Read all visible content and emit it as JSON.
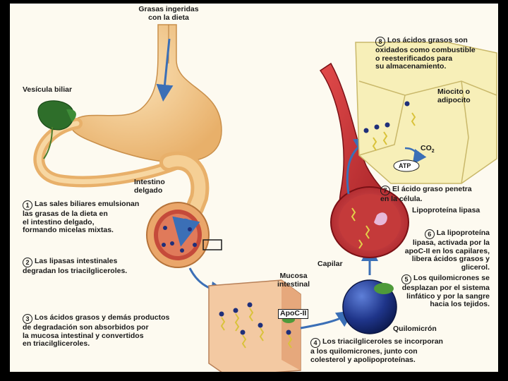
{
  "labels": {
    "grasas": "Grasas ingeridas\ncon la dieta",
    "vesicula": "Vesícula biliar",
    "intestino": "Intestino\ndelgado",
    "miocito": "Miocito o\nadipocito",
    "co2": "CO",
    "co2_sub": "2",
    "atp": "ATP",
    "lipoproteina_lipasa": "Lipoproteína lipasa",
    "capilar": "Capilar",
    "mucosa": "Mucosa\nintestinal",
    "apoc": "ApoC-II",
    "quilomicron": "Quilomicrón"
  },
  "steps": [
    {
      "num": "1",
      "text": "Las sales biliares emulsionan\nlas grasas de la dieta en\nel intestino delgado,\nformando micelas mixtas."
    },
    {
      "num": "2",
      "text": "Las lipasas intestinales\ndegradan los triacilgliceroles."
    },
    {
      "num": "3",
      "text": "Los ácidos grasos y demás productos\nde degradación son absorbidos por\nla mucosa intestinal y convertidos\nen triacilgliceroles."
    },
    {
      "num": "4",
      "text": "Los triacilgliceroles se incorporan\na los quilomicrones, junto con\ncolesterol y apolipoproteínas."
    },
    {
      "num": "5",
      "text": "Los quilomicrones se\ndesplazan por el sistema\nlinfático y por la sangre\nhacia los tejidos."
    },
    {
      "num": "6",
      "text": "La lipoproteína\nlipasa, activada por la\napoC-II en los capilares,\nlibera ácidos grasos y\nglicerol."
    },
    {
      "num": "7",
      "text": "El ácido graso penetra\nen la célula."
    },
    {
      "num": "8",
      "text": "Los ácidos grasos son\noxidados como combustible\no reesterificados para\nsu almacenamiento."
    }
  ],
  "colors": {
    "stomach": "#f2c98a",
    "vessel": "#b8252a",
    "chylomicron": "#243a8c",
    "arrow": "#3b6fb6",
    "cell_fill": "#f7efb8"
  }
}
